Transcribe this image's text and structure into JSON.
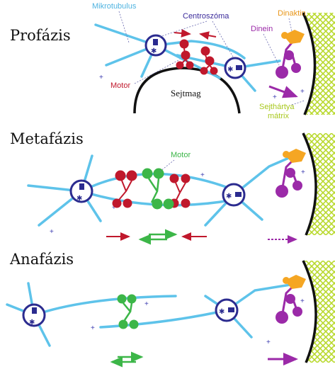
{
  "phases": {
    "prophase": "Profázis",
    "metaphase": "Metafázis",
    "anaphase": "Anafázis"
  },
  "labels": {
    "microtubule": "Mikrotubulus",
    "centrosome": "Centroszóma",
    "dynactin": "Dinaktin",
    "dynein": "Dinein",
    "motor_prophase": "Motor",
    "nucleus": "Sejtmag",
    "membrane_line1": "Sejthártya",
    "membrane_line2": "mátrix",
    "motor_metaphase": "Motor"
  },
  "plus_sign": "+",
  "colors": {
    "microtubule": "#5ec3ea",
    "centrosome": "#2b2b8f",
    "motor_red": "#c0182c",
    "motor_green": "#3cb648",
    "dynein": "#9b2aa8",
    "dynactin": "#f5a623",
    "membrane_mesh": "#b9d92e",
    "nucleus": "#111111",
    "label_microtubule": "#4fb3e0",
    "label_centrosome": "#3a2a9a",
    "label_dynactin": "#e8961a",
    "label_dynein": "#9b2aa8",
    "label_motor_red": "#c0182c",
    "label_motor_green": "#3cb648",
    "label_membrane": "#a8c81e"
  }
}
